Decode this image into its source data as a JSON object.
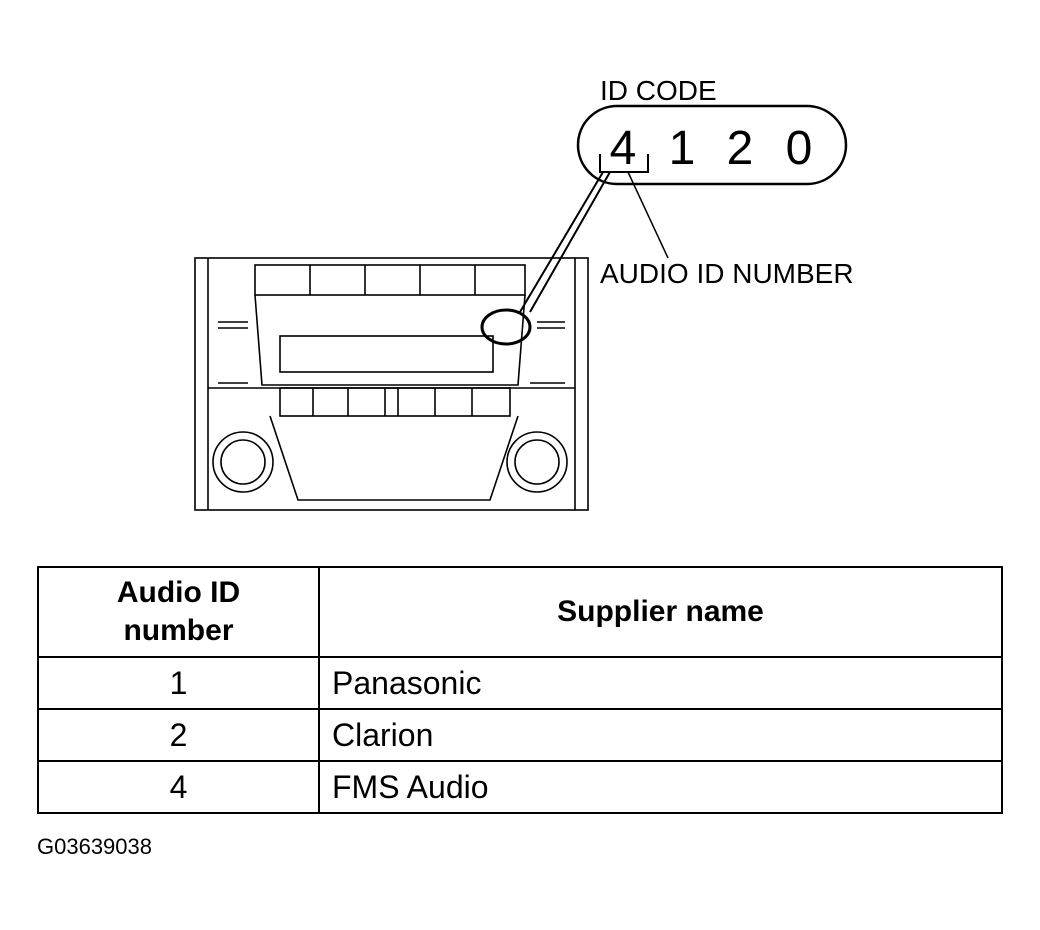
{
  "callout": {
    "id_code_label": "ID CODE",
    "code_digits": [
      "4",
      "1",
      "2",
      "0"
    ],
    "audio_id_label": "AUDIO ID NUMBER"
  },
  "table": {
    "headers": [
      "Audio ID\nnumber",
      "Supplier name"
    ],
    "rows": [
      {
        "id": "1",
        "supplier": "Panasonic"
      },
      {
        "id": "2",
        "supplier": "Clarion"
      },
      {
        "id": "4",
        "supplier": "FMS Audio"
      }
    ]
  },
  "figure_code": "G03639038"
}
